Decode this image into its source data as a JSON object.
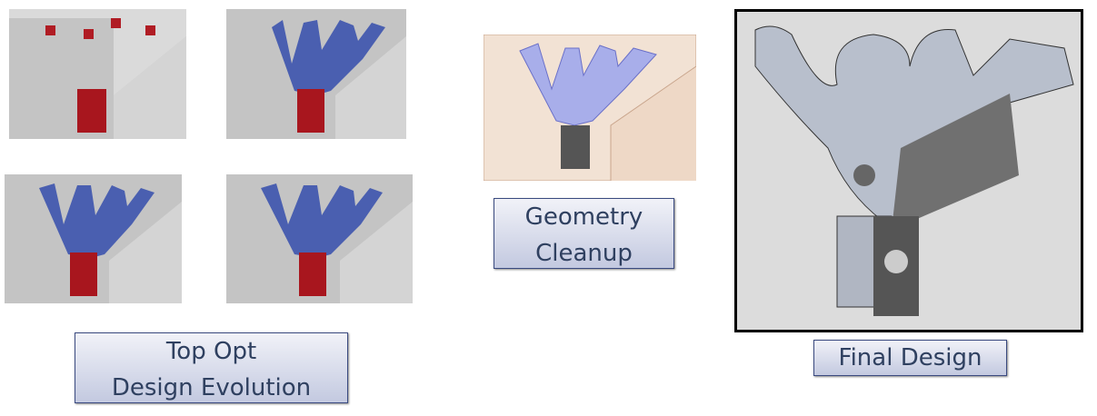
{
  "labels": {
    "top_opt_line1": "Top Opt",
    "top_opt_line2": "Design Evolution",
    "cleanup_line1": "Geometry",
    "cleanup_line2": "Cleanup",
    "final": "Final Design"
  },
  "colors": {
    "material_blue": "#4a5fb0",
    "constraint_red": "#b01c24",
    "label_text": "#2f4060",
    "label_border": "#3a4a80"
  }
}
